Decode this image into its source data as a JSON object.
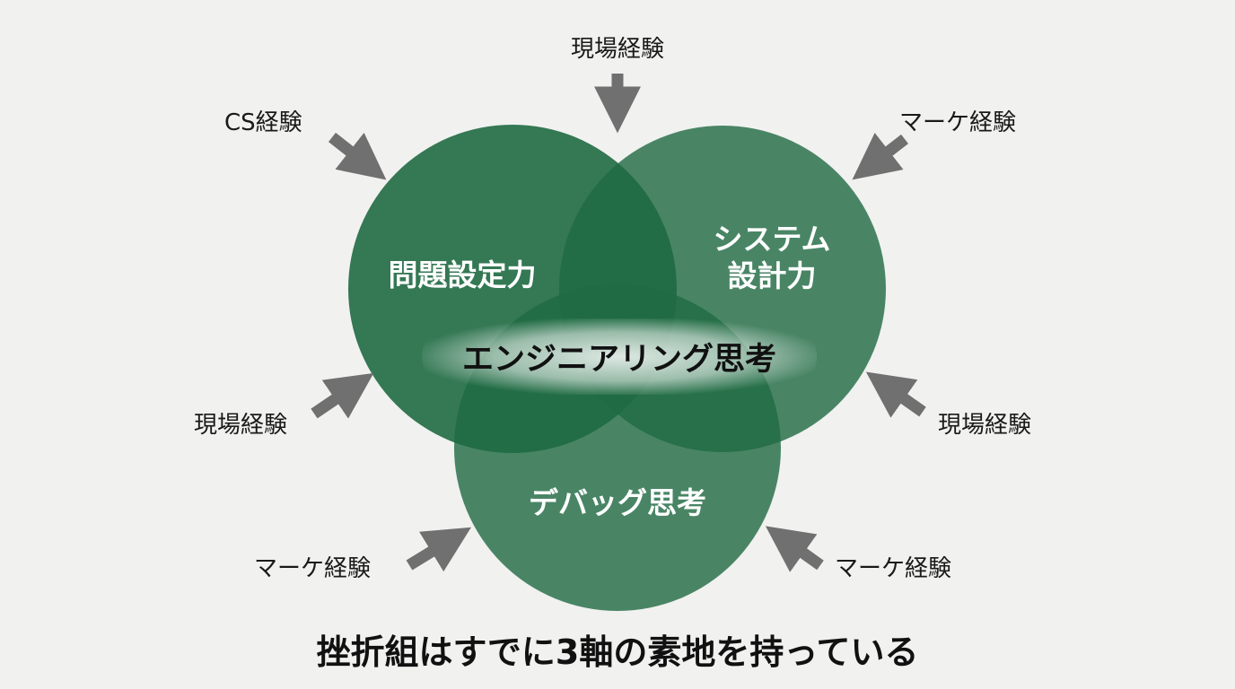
{
  "diagram": {
    "circles": {
      "problem_setting": "問題設定力",
      "system_design_line1": "システム",
      "system_design_line2": "設計力",
      "debugging": "デバッグ思考"
    },
    "center": "エンジニアリング思考",
    "sources": {
      "top": "現場経験",
      "top_left": "CS経験",
      "top_right": "マーケ経験",
      "mid_left": "現場経験",
      "mid_right": "現場経験",
      "bottom_left": "マーケ経験",
      "bottom_right": "マーケ経験"
    },
    "caption": "挫折組はすでに3軸の素地を持っている",
    "colors": {
      "circle": "#1f6a42",
      "arrow": "#707070",
      "background": "#f1f1f0"
    }
  }
}
